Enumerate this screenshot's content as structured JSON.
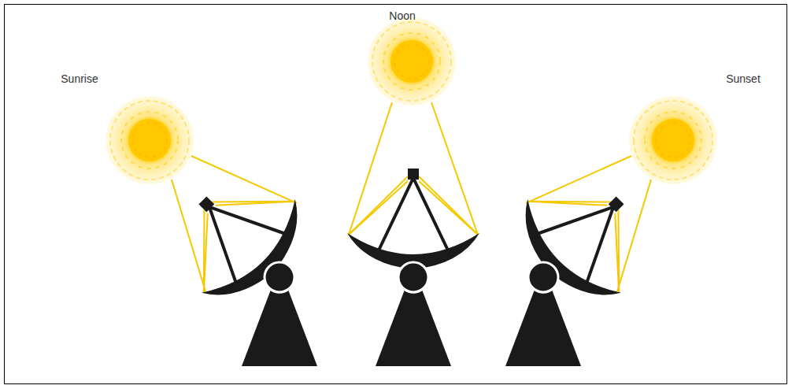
{
  "diagram": {
    "labels": [
      "Sunrise",
      "Noon",
      "Sunset"
    ]
  }
}
